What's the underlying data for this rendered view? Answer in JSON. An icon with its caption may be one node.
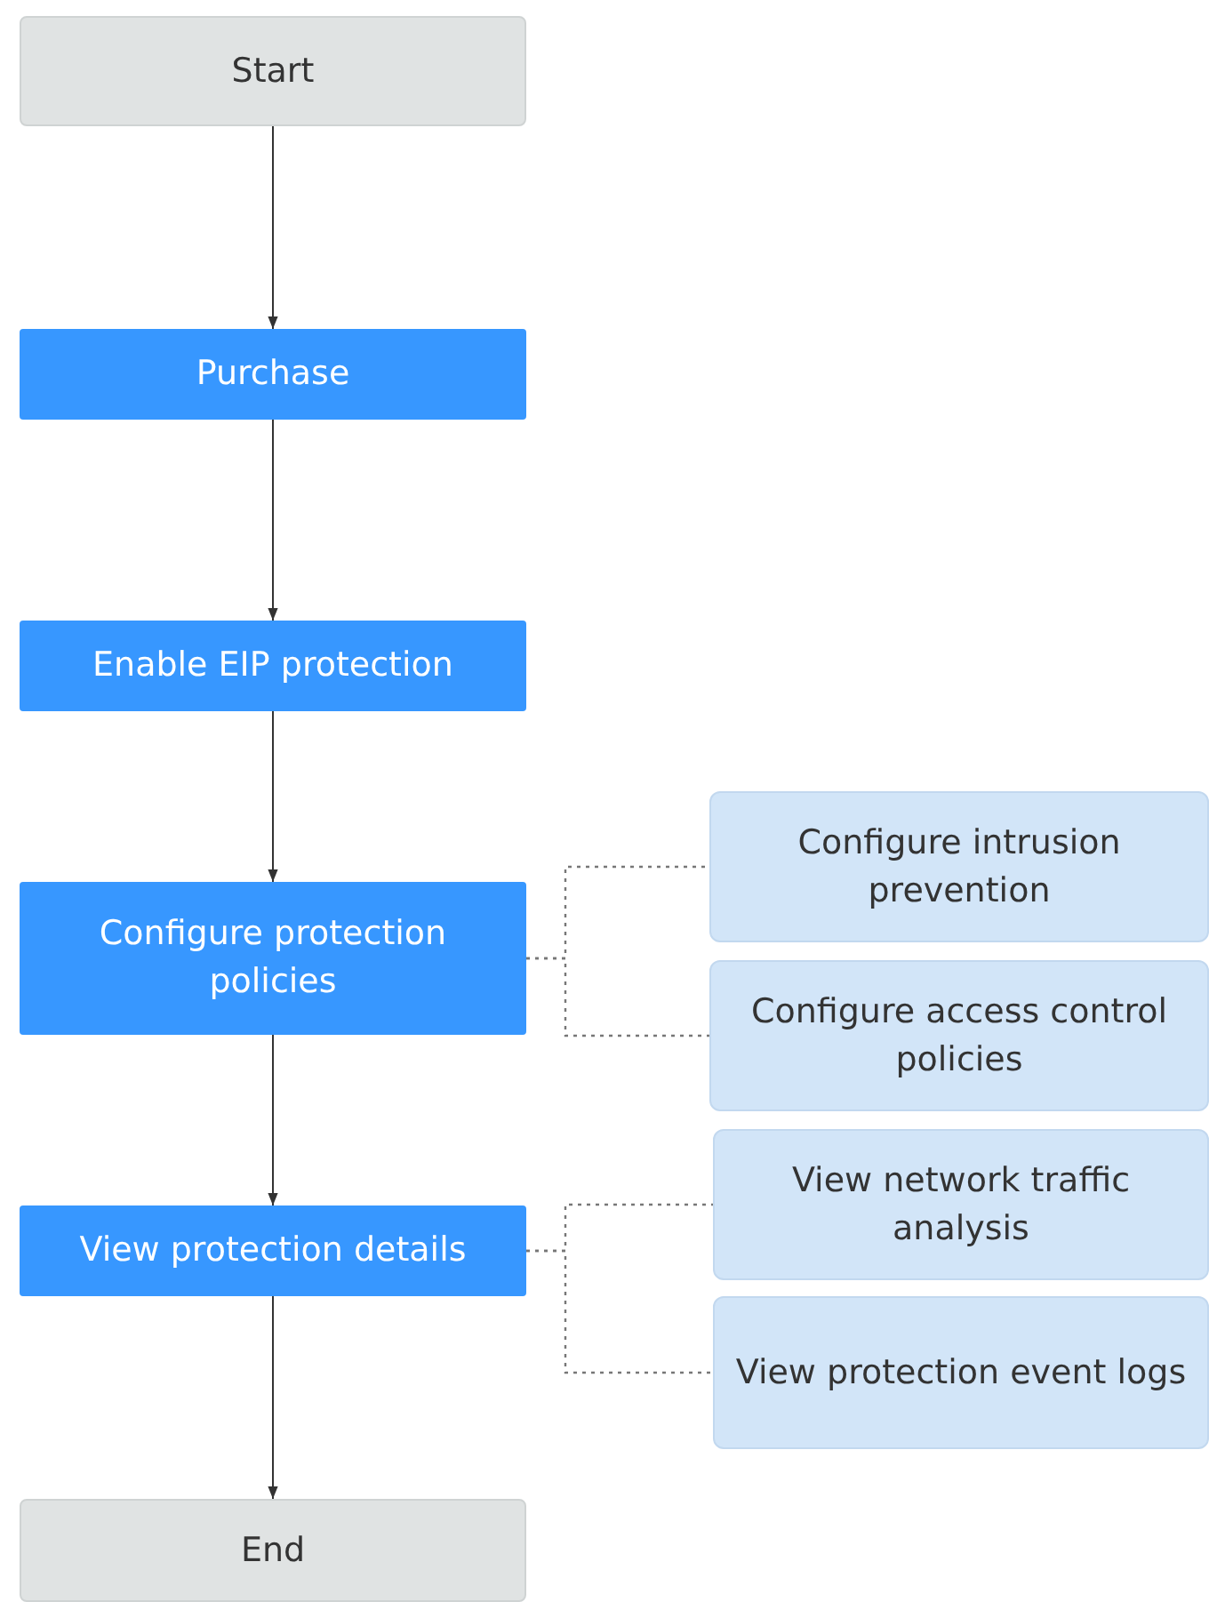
{
  "diagram": {
    "nodes": [
      {
        "text": [
          "Start"
        ]
      },
      {
        "text": [
          "Purchase"
        ]
      },
      {
        "text": [
          "Enable EIP protection"
        ]
      },
      {
        "text": [
          "Configure protection policies"
        ]
      },
      {
        "text": [
          "Configure intrusion prevention"
        ]
      },
      {
        "text": [
          "Configure access control policies"
        ]
      },
      {
        "text": [
          "View protection details"
        ]
      },
      {
        "text": [
          "View network traffic analysis"
        ]
      },
      {
        "text": [
          "View protection event logs"
        ]
      },
      {
        "text": [
          "End"
        ]
      }
    ],
    "edges": [
      {
        "from": 0,
        "to": 1,
        "arrow": "to"
      },
      {
        "from": 1,
        "to": 2,
        "arrow": "to"
      },
      {
        "from": 2,
        "to": 3,
        "arrow": "to"
      },
      {
        "from": 3,
        "to": 4,
        "arrow": "none",
        "style": "dashed"
      },
      {
        "from": 3,
        "to": 5,
        "arrow": "none",
        "style": "dashed"
      },
      {
        "from": 3,
        "to": 6,
        "arrow": "to"
      },
      {
        "from": 6,
        "to": 7,
        "arrow": "none",
        "style": "dashed"
      },
      {
        "from": 6,
        "to": 8,
        "arrow": "none",
        "style": "dashed"
      },
      {
        "from": 6,
        "to": 9,
        "arrow": "to"
      }
    ]
  }
}
